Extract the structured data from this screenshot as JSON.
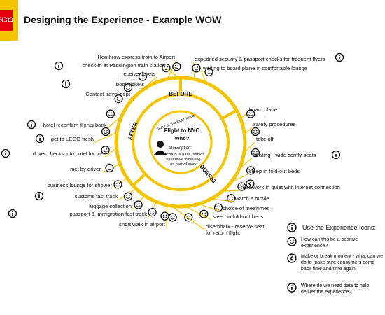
{
  "header": {
    "logo_text": "LEGO",
    "title": "Designing the Experience - Example WOW"
  },
  "center": {
    "caption": "name of the experience:",
    "name": "Flight to NYC",
    "who": "Who?",
    "description_label": "Description:",
    "description": [
      "Richard is a tall, senior",
      "executive travelling",
      "as part of work"
    ]
  },
  "phases": {
    "before": "BEFORE",
    "during": "DURING",
    "after": "AFTER"
  },
  "touchpoints": {
    "before": [
      {
        "label": "Heathrow express train to Airport",
        "icon": "none"
      },
      {
        "label": "check-in at Paddington train station",
        "icon": "info"
      },
      {
        "label": "receive tickets",
        "icon": "none"
      },
      {
        "label": "book tickets",
        "icon": "info"
      },
      {
        "label": "Contact travel dept",
        "icon": "none"
      },
      {
        "label": "expedited security & passport checks for frequent flyers",
        "icon": "info"
      },
      {
        "label": "waiting to board plane in comfortable lounge",
        "icon": "none"
      }
    ],
    "during": [
      {
        "label": "board plane",
        "icon": "none"
      },
      {
        "label": "safety procedures",
        "icon": "none"
      },
      {
        "label": "take off",
        "icon": "none"
      },
      {
        "label": "seating - wide comfy seats",
        "icon": "info"
      },
      {
        "label": "sleep in fold-out beds",
        "icon": "none"
      },
      {
        "label": "read/work in quiet with internet connection",
        "icon": "none"
      },
      {
        "label": "watch a movie",
        "icon": "none"
      },
      {
        "label": "choice of mealtimes",
        "icon": "none"
      },
      {
        "label": "sleep in fold-out beds",
        "icon": "none"
      },
      {
        "label": "disembark - reserve seat for return flight",
        "icon": "none"
      }
    ],
    "after": [
      {
        "label": "hotel reconfirm flights back",
        "icon": "info"
      },
      {
        "label": "get to LEGO fresh",
        "icon": "info"
      },
      {
        "label": "driver checks into hotel for me",
        "icon": "info"
      },
      {
        "label": "met by driver",
        "icon": "none"
      },
      {
        "label": "business lounge for shower",
        "icon": "none"
      },
      {
        "label": "customs fast track",
        "icon": "info"
      },
      {
        "label": "luggage collection",
        "icon": "none"
      },
      {
        "label": "passport & immigration fast track",
        "icon": "info"
      },
      {
        "label": "short walk in airport",
        "icon": "none"
      }
    ]
  },
  "legend": {
    "title": "Use the Experience Icons:",
    "items": [
      {
        "icon": "smiley",
        "text": "How can this be a positive experience?"
      },
      {
        "icon": "make-or-break",
        "text": "Make or break moment - what can we do to make sure consumers come back time and time again"
      },
      {
        "icon": "info",
        "text": "Where do we need data to help deliver the experience?"
      }
    ]
  },
  "colors": {
    "yellow": "#f5c400",
    "red": "#e3000b",
    "dark": "#111111"
  }
}
